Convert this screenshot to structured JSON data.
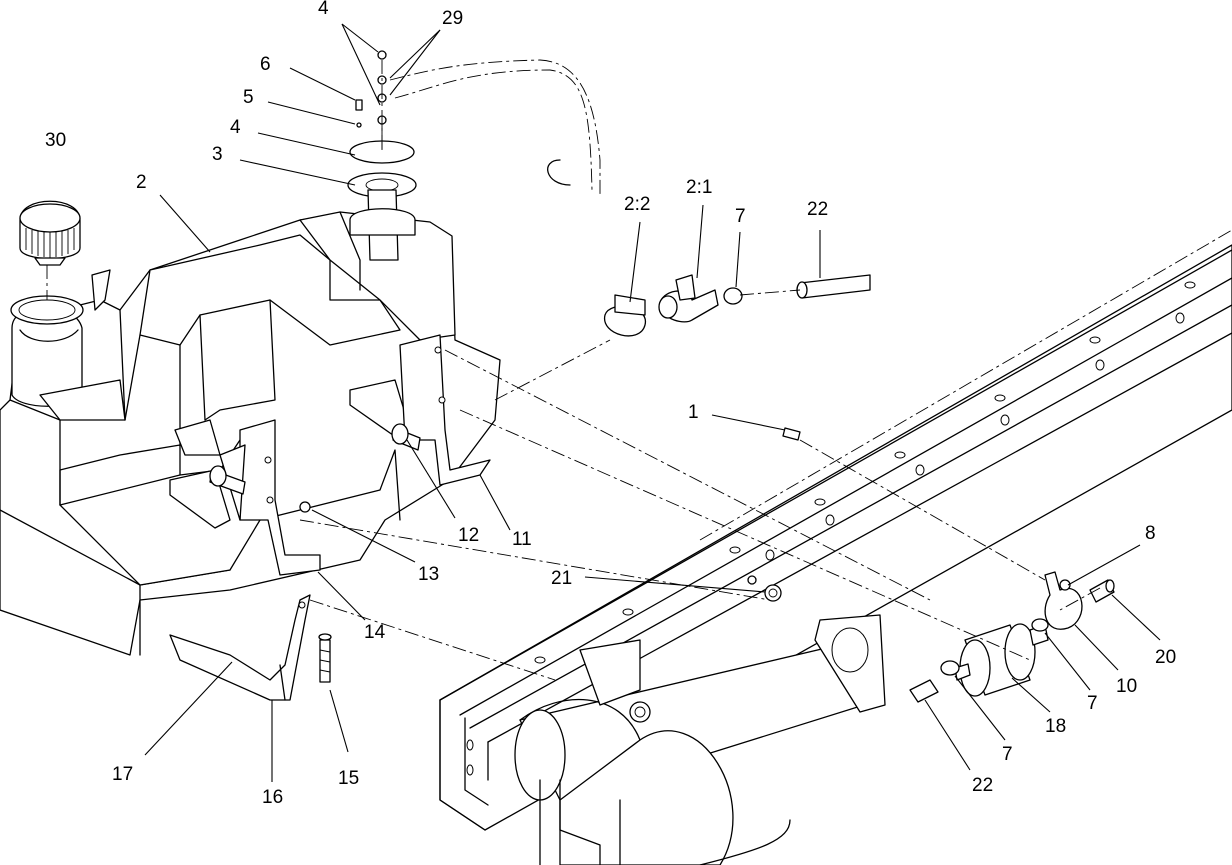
{
  "callouts": {
    "c4_top": "4",
    "c29": "29",
    "c6": "6",
    "c5": "5",
    "c4_mid": "4",
    "c3": "3",
    "c30": "30",
    "c2": "2",
    "c2_2": "2:2",
    "c2_1": "2:1",
    "c7_top": "7",
    "c22_top": "22",
    "c1": "1",
    "c12": "12",
    "c11": "11",
    "c13": "13",
    "c21": "21",
    "c14": "14",
    "c8": "8",
    "c20": "20",
    "c10": "10",
    "c7_right": "7",
    "c18": "18",
    "c7_bottom": "7",
    "c22_bottom": "22",
    "c17": "17",
    "c16": "16",
    "c15": "15"
  }
}
